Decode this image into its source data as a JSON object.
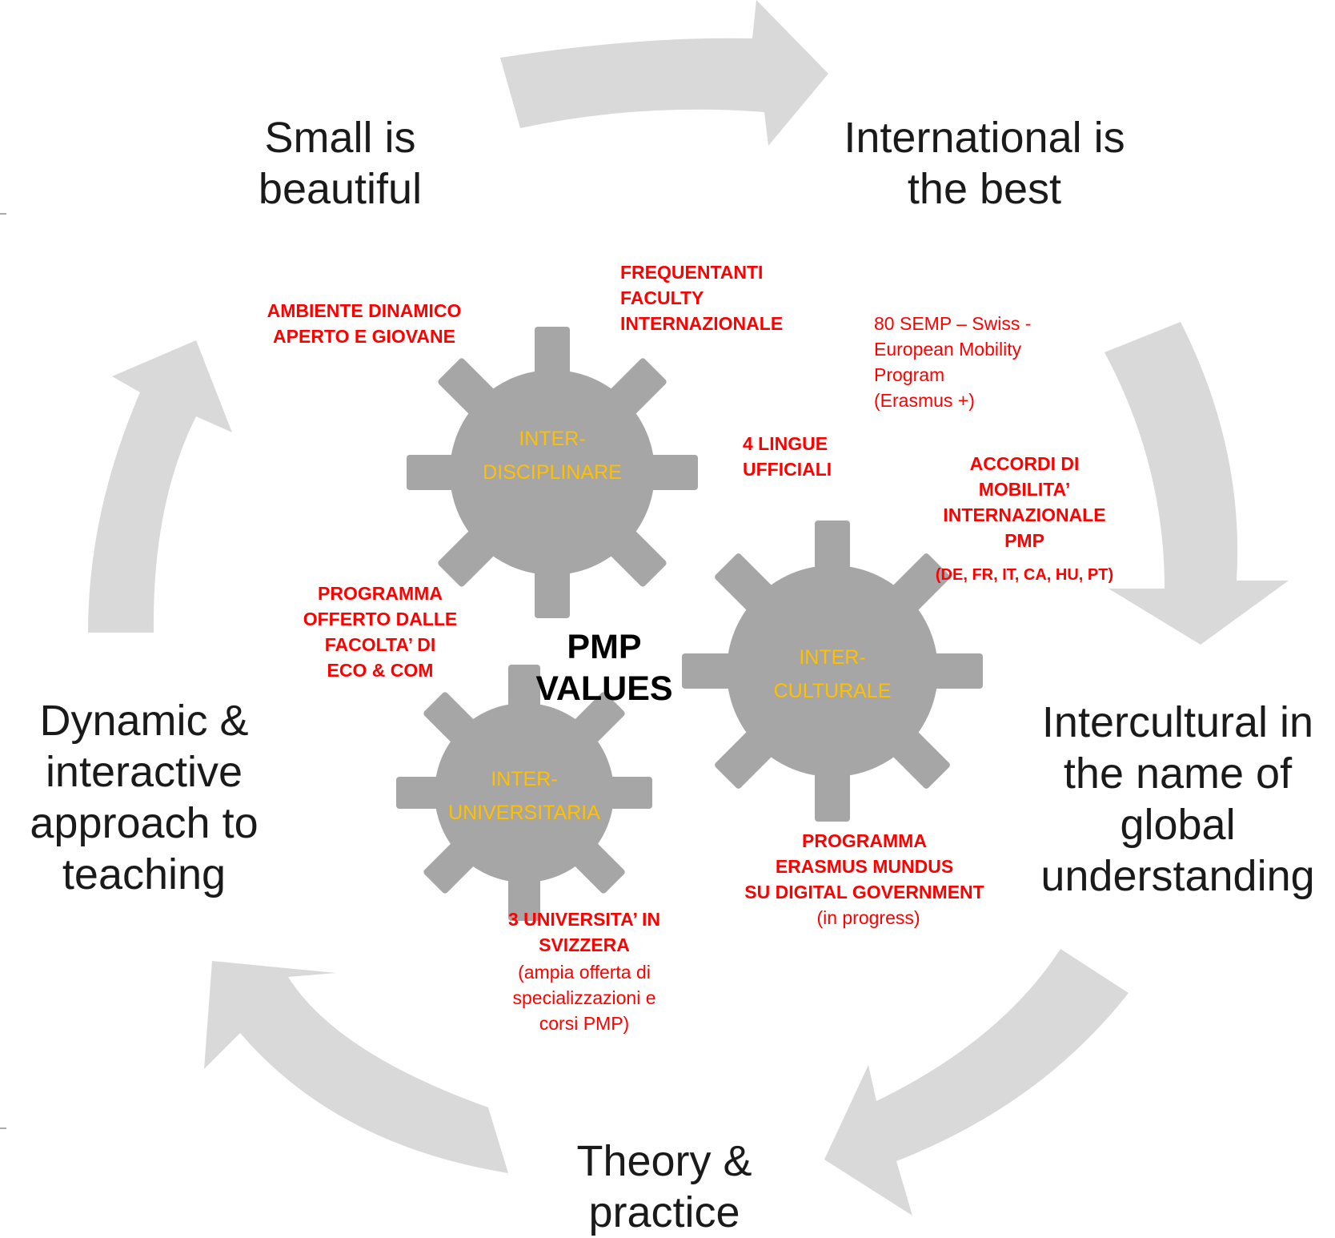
{
  "cycle": {
    "small": "Small is\nbeautiful",
    "international": "International is\nthe best",
    "intercultural": "Intercultural in\nthe name of\nglobal\nunderstanding",
    "theory": "Theory &\npractice",
    "dynamic": "Dynamic &\ninteractive\napproach to\nteaching"
  },
  "center": "PMP\nVALUES",
  "gears": {
    "disciplinare": "INTER-\nDISCIPLINARE",
    "culturale": "INTER-\nCULTURALE",
    "universitaria": "INTER-\nUNIVERSITARIA"
  },
  "notes": {
    "ambiente": "AMBIENTE DINAMICO\nAPERTO E GIOVANE",
    "frequentanti": "FREQUENTANTI\nFACULTY\nINTERNAZIONALE",
    "semp": "80 SEMP – Swiss -\nEuropean Mobility\nProgram\n(Erasmus +)",
    "lingue": "4 LINGUE\nUFFICIALI",
    "accordi": "ACCORDI DI\nMOBILITA’\nINTERNAZIONALE\nPMP",
    "accordi_countries": "(DE, FR, IT, CA, HU, PT)",
    "programma_eco": "PROGRAMMA\nOFFERTO DALLE\nFACOLTA’ DI\nECO & COM",
    "erasmus_mundus": "PROGRAMMA\nERASMUS MUNDUS\nSU DIGITAL GOVERNMENT",
    "in_progress": "(in progress)",
    "universita": "3 UNIVERSITA’ IN\nSVIZZERA",
    "universita_detail": "(ampia offerta di\nspecializzazioni e\ncorsi PMP)"
  },
  "colors": {
    "arrow": "#d9d9d9",
    "gear": "#a6a6a6",
    "gear_text": "#ffc000",
    "note": "#ff0000",
    "cycle_text": "#1a1a1a"
  }
}
